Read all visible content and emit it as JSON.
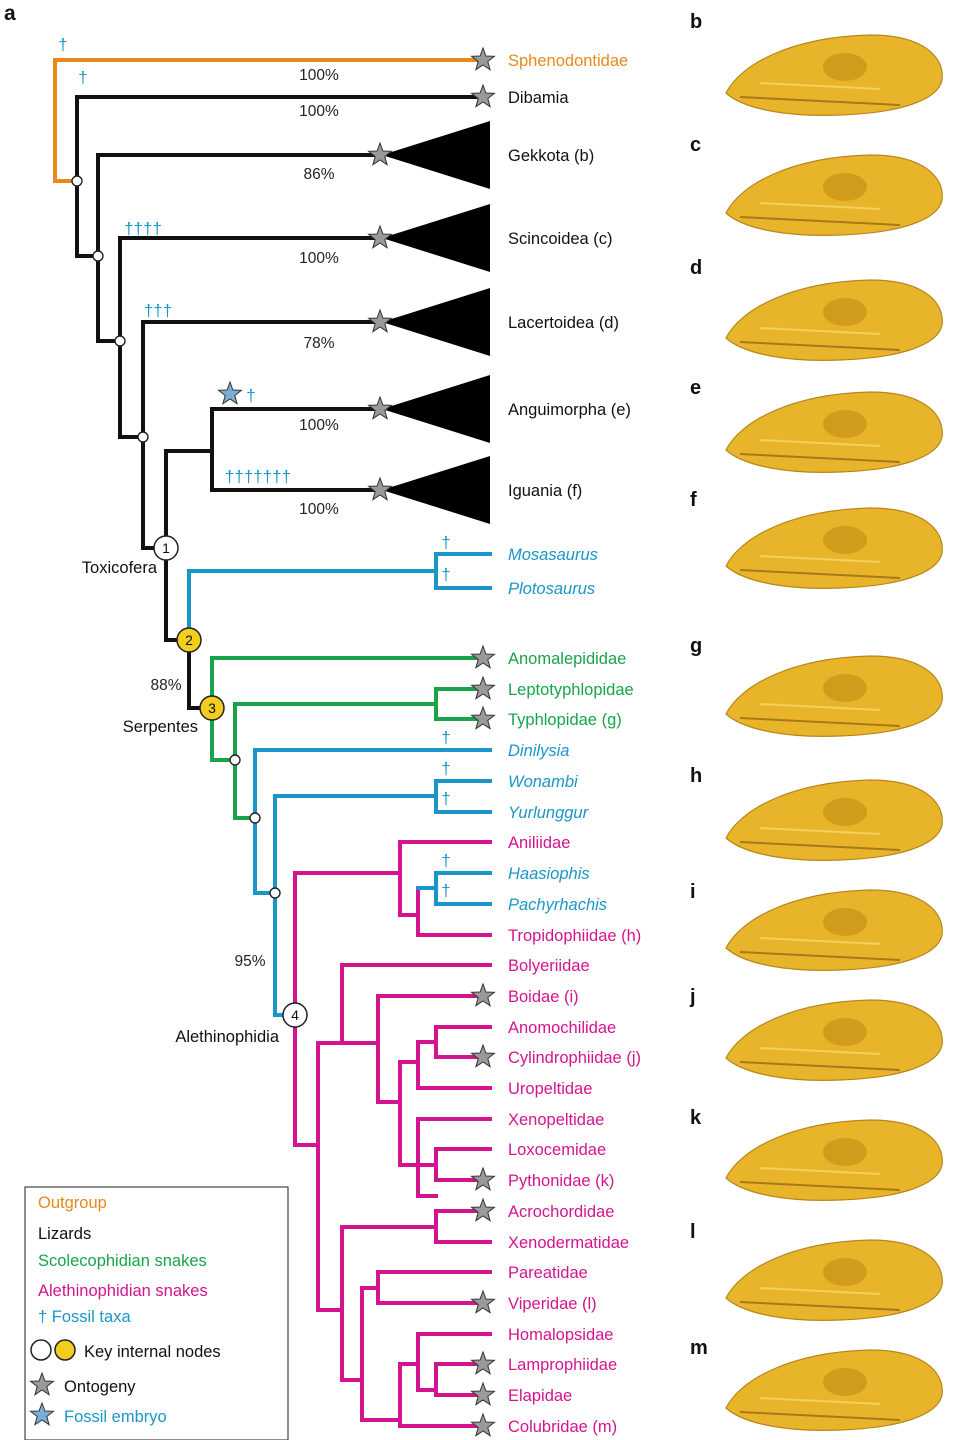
{
  "figure_label": "a",
  "colors": {
    "outgroup": "#e8891b",
    "lizards": "#111111",
    "scolecophidian": "#17a44a",
    "alethinophidian": "#d4148f",
    "fossil": "#1a96c8",
    "key_node_yellow": "#f2cf1e",
    "star_grey": "#9a9a9a",
    "skull": "#e8b52a"
  },
  "taxa": [
    {
      "label": "Sphenodontidae",
      "group": "outgroup",
      "star": true
    },
    {
      "label": "Dibamia",
      "group": "lizards",
      "star": true
    },
    {
      "label": "Gekkota (b)",
      "group": "lizards",
      "star": true,
      "collapsed": true
    },
    {
      "label": "Scincoidea (c)",
      "group": "lizards",
      "star": true,
      "collapsed": true
    },
    {
      "label": "Lacertoidea (d)",
      "group": "lizards",
      "star": true,
      "collapsed": true
    },
    {
      "label": "Anguimorpha (e)",
      "group": "lizards",
      "star": true,
      "collapsed": true
    },
    {
      "label": "Iguania (f)",
      "group": "lizards",
      "star": true,
      "collapsed": true
    },
    {
      "label": "Mosasaurus",
      "group": "fossil",
      "star": false
    },
    {
      "label": "Plotosaurus",
      "group": "fossil",
      "star": false
    },
    {
      "label": "Anomalepididae",
      "group": "scolecophidian",
      "star": true
    },
    {
      "label": "Leptotyphlopidae",
      "group": "scolecophidian",
      "star": true
    },
    {
      "label": "Typhlopidae (g)",
      "group": "scolecophidian",
      "star": true
    },
    {
      "label": "Dinilysia",
      "group": "fossil",
      "star": false
    },
    {
      "label": "Wonambi",
      "group": "fossil",
      "star": false
    },
    {
      "label": "Yurlunggur",
      "group": "fossil",
      "star": false
    },
    {
      "label": "Aniliidae",
      "group": "alethinophidian",
      "star": false
    },
    {
      "label": "Haasiophis",
      "group": "fossil",
      "star": false
    },
    {
      "label": "Pachyrhachis",
      "group": "fossil",
      "star": false
    },
    {
      "label": "Tropidophiidae (h)",
      "group": "alethinophidian",
      "star": false
    },
    {
      "label": "Bolyeriidae",
      "group": "alethinophidian",
      "star": false
    },
    {
      "label": "Boidae (i)",
      "group": "alethinophidian",
      "star": true
    },
    {
      "label": "Anomochilidae",
      "group": "alethinophidian",
      "star": false
    },
    {
      "label": "Cylindrophiidae (j)",
      "group": "alethinophidian",
      "star": true
    },
    {
      "label": "Uropeltidae",
      "group": "alethinophidian",
      "star": false
    },
    {
      "label": "Xenopeltidae",
      "group": "alethinophidian",
      "star": false
    },
    {
      "label": "Loxocemidae",
      "group": "alethinophidian",
      "star": false
    },
    {
      "label": "Pythonidae (k)",
      "group": "alethinophidian",
      "star": true
    },
    {
      "label": "Acrochordidae",
      "group": "alethinophidian",
      "star": true
    },
    {
      "label": "Xenodermatidae",
      "group": "alethinophidian",
      "star": false
    },
    {
      "label": "Pareatidae",
      "group": "alethinophidian",
      "star": false
    },
    {
      "label": "Viperidae (l)",
      "group": "alethinophidian",
      "star": true
    },
    {
      "label": "Homalopsidae",
      "group": "alethinophidian",
      "star": false
    },
    {
      "label": "Lamprophiidae",
      "group": "alethinophidian",
      "star": true
    },
    {
      "label": "Elapidae",
      "group": "alethinophidian",
      "star": true
    },
    {
      "label": "Colubridae (m)",
      "group": "alethinophidian",
      "star": true
    }
  ],
  "support_values": [
    "100%",
    "100%",
    "86%",
    "100%",
    "78%",
    "100%",
    "100%",
    "88%",
    "95%"
  ],
  "fossil_daggers": [
    "†",
    "†",
    "††††",
    "†††",
    "†",
    "†††††††",
    "†",
    "†",
    "†",
    "†",
    "†",
    "†",
    "†"
  ],
  "clade_labels": {
    "toxicofera": "Toxicofera",
    "serpentes": "Serpentes",
    "alethinophidia": "Alethinophidia"
  },
  "key_nodes": [
    "1",
    "2",
    "3",
    "4"
  ],
  "panel_letters": [
    "b",
    "c",
    "d",
    "e",
    "f",
    "g",
    "h",
    "i",
    "j",
    "k",
    "l",
    "m"
  ],
  "legend": {
    "outgroup": "Outgroup",
    "lizards": "Lizards",
    "scolecophidian": "Scolecophidian snakes",
    "alethinophidian": "Alethinophidian snakes",
    "fossil_taxa": "† Fossil taxa",
    "key_nodes": "Key internal nodes",
    "ontogeny": "Ontogeny",
    "fossil_embryo": "Fossil embryo"
  }
}
